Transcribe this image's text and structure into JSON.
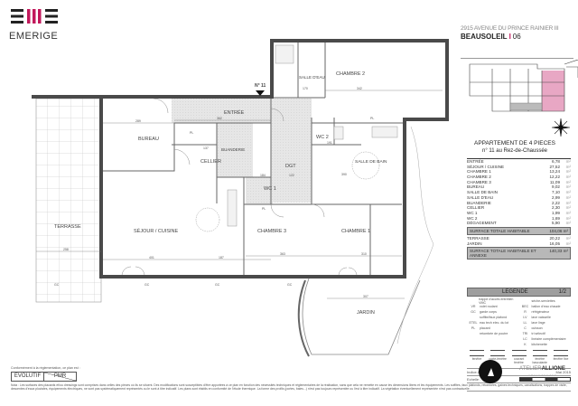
{
  "header": {
    "brand": "EMERIGE",
    "address": "2915 AVENUE DU PRINCE RAINIER III",
    "project": "BEAUSOLEIL",
    "project_number": "06"
  },
  "colors": {
    "brand_accent": "#c2185b",
    "locator_highlight": "#e8a7c4",
    "wall": "#4a4a4a",
    "hatch": "#d9d9d9"
  },
  "plan": {
    "lot_marker": "N° 11",
    "rooms": {
      "entree": "ENTRÉE",
      "bureau": "BUREAU",
      "cellier": "CELLIER",
      "buanderie": "BUANDERIE",
      "wc2": "WC 2",
      "wc1": "WC 1",
      "dgt": "DGT",
      "salle_de_bain": "SALLE DE BAIN",
      "salle_deau": "SALLE D'EAU",
      "chambre2": "CHAMBRE 2",
      "chambre3": "CHAMBRE 3",
      "chambre1": "CHAMBRE 1",
      "sejour": "SÉJOUR / CUISINE",
      "terrasse": "TERRASSE",
      "jardin": "JARDIN"
    },
    "dimensions": {
      "bureau_w": "289",
      "entree_w": "362",
      "cellier_w": "137",
      "sejour_w": "401",
      "sejour2_w": "187",
      "chambre3_w": "363",
      "chambre1_w": "310",
      "chambre2_w": "342",
      "terrasse_w": "258",
      "jardin_w": "307",
      "sde_w": "170",
      "wc2_w": "191",
      "dgt_a": "184",
      "dgt_b": "122",
      "sdb_w": "390"
    },
    "marks": {
      "gc": "GC",
      "pl": "PL"
    }
  },
  "apartment": {
    "title": "APPARTEMENT DE 4 PIECES",
    "subtitle": "n° 11 au Rez-de-Chaussée",
    "unit": "m²",
    "rooms": [
      {
        "name": "ENTRÉE",
        "area": "6,78"
      },
      {
        "name": "SÉJOUR / CUISINE",
        "area": "27,52"
      },
      {
        "name": "CHAMBRE 1",
        "area": "13,24"
      },
      {
        "name": "CHAMBRE 2",
        "area": "12,22"
      },
      {
        "name": "CHAMBRE 3",
        "area": "11,09"
      },
      {
        "name": "BUREAU",
        "area": "9,02"
      },
      {
        "name": "SALLE DE BAIN",
        "area": "7,10"
      },
      {
        "name": "SALLE D'EAU",
        "area": "2,99"
      },
      {
        "name": "BUANDERIE",
        "area": "2,22"
      },
      {
        "name": "CELLIER",
        "area": "2,30"
      },
      {
        "name": "WC 1",
        "area": "1,99"
      },
      {
        "name": "WC 2",
        "area": "1,69"
      },
      {
        "name": "DÉGAGEMENT",
        "area": "5,90"
      }
    ],
    "total_habitable": {
      "label": "SURFACE TOTALE HABITABLE",
      "value": "104,06 m²"
    },
    "annexes": [
      {
        "name": "TERRASSE",
        "area": "20,22"
      },
      {
        "name": "JARDIN",
        "area": "16,05"
      }
    ],
    "total_annexe": {
      "label": "SURFACE TOTALE HABITABLE ET ANNEXE",
      "value": "140,33 m²"
    }
  },
  "legend": {
    "title": "LEGENDE",
    "page": "1/2",
    "left": [
      {
        "key": "",
        "label": "trappe d'accès entretien VMC"
      },
      {
        "key": "VR",
        "label": "volet roulant"
      },
      {
        "key": "GC",
        "label": "garde corps"
      },
      {
        "key": "",
        "label": "soffite/faux plafond"
      },
      {
        "key": "ETEL",
        "label": "eau tech elec. du lot"
      },
      {
        "key": "PL",
        "label": "placard"
      },
      {
        "key": "",
        "label": "retombée de poutre"
      }
    ],
    "right": [
      {
        "key": "",
        "label": "sèche-serviettes"
      },
      {
        "key": "BEC",
        "label": "ballon d'eau chaude"
      },
      {
        "key": "R",
        "label": "réfrigérateur"
      },
      {
        "key": "LV",
        "label": "lave vaisselle"
      },
      {
        "key": "LL",
        "label": "lave linge"
      },
      {
        "key": "C",
        "label": "cuisson"
      },
      {
        "key": "TRI",
        "label": "tri sélectif"
      },
      {
        "key": "LC",
        "label": "linéaire complémentaire"
      },
      {
        "key": "K",
        "label": "kitchenette"
      }
    ],
    "openings": [
      "fenêtre",
      "porte-fenêtre",
      "ouvrant fenêtre",
      "fenêtre basculante",
      "fenêtre fixe"
    ],
    "index_label": "Indice A",
    "date": "Mai 2015",
    "scale_label": "Echelle :"
  },
  "architect": {
    "name_light": "ATELIER",
    "name_bold": "ALLIONE",
    "subtitle": "ARCHITECTES"
  },
  "footer": {
    "conformity": "Conformément à la réglementation, ce plan est :",
    "evolutif": "EVOLUTIF",
    "pmr": "PMR",
    "note": "Nota : Les surfaces des placards et/ou dressings sont comprises dans celles des pièces où ils se situent. Des modifications sont susceptibles d'être apportées à ce plan en fonction des nécessités techniques et réglementaires de la réalisation, sans que cela ne remette en cause les dimensions libres et les équipements. Les soffites, faux plafonds, retombées, gaines techniques, canalisations, trappes de visite, descentes d'eaux pluviales, équipements électriques, ne sont pas systématiquement représentés ou le sont à titre indicatif. Les plans sont établis en conformité de l'étude thermique. La forme des profils (portes, baies...) n'est pas toujours représentée ou l'est à titre indicatif. La végétation éventuellement représentée n'est pas contractuelle."
  }
}
